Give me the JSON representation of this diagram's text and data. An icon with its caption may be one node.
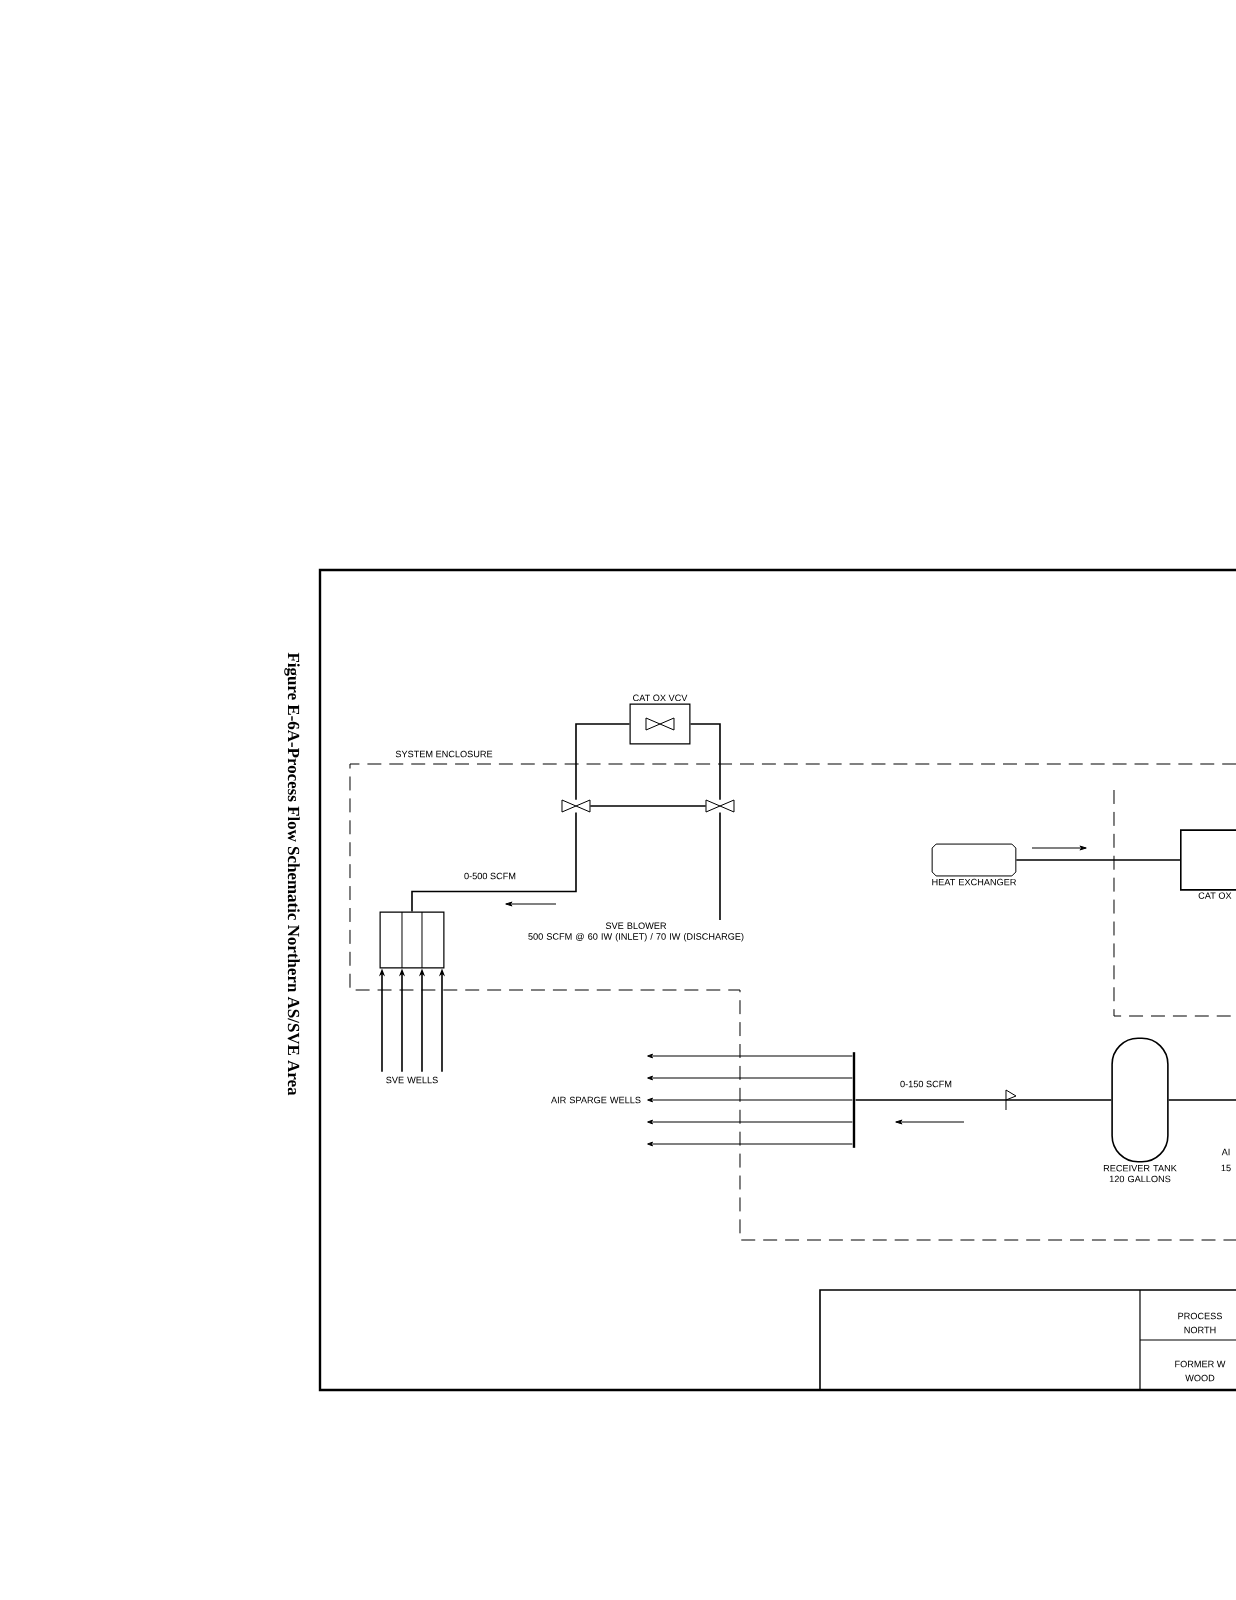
{
  "diagram": {
    "title": "Figure E-6A-Process Flow Schematic Northern AS/SVE Area",
    "nodes": [
      {
        "text": [
          "CAT OX VCV"
        ]
      },
      {
        "text": [],
        "shape": "valve"
      },
      {
        "text": [],
        "shape": "valve"
      },
      {
        "text": [
          "SVE BLOWER",
          "500 SCFM @ 60 IW (INLET) / 70 IW (DISCHARGE)"
        ]
      },
      {
        "text": [
          "HEAT EXCHANGER"
        ]
      },
      {
        "text": [
          "CAT OX"
        ]
      },
      {
        "text": [],
        "shape": "box"
      },
      {
        "text": [
          "SVE WELLS"
        ]
      },
      {
        "text": [
          "AIR SPARGE WELLS"
        ]
      },
      {
        "text": [],
        "shape": "bar"
      },
      {
        "text": [
          "RECEIVER TANK 120 GALLONS"
        ]
      }
    ],
    "edges": [
      {
        "from": 6,
        "to": 1,
        "arrow": "none",
        "label": "0-500 SCFM"
      },
      {
        "from": 1,
        "to": 2,
        "arrow": "none"
      },
      {
        "from": 1,
        "to": 0,
        "arrow": "none"
      },
      {
        "from": 0,
        "to": 2,
        "arrow": "none"
      },
      {
        "from": 2,
        "to": 3,
        "arrow": "none"
      },
      {
        "from": 4,
        "to": 5,
        "arrow": "none"
      },
      {
        "from": 7,
        "to": 6,
        "arrow": "to"
      },
      {
        "from": 7,
        "to": 6,
        "arrow": "to"
      },
      {
        "from": 7,
        "to": 6,
        "arrow": "to"
      },
      {
        "from": 7,
        "to": 6,
        "arrow": "to"
      },
      {
        "from": 9,
        "to": 8,
        "arrow": "to"
      },
      {
        "from": 9,
        "to": 8,
        "arrow": "to"
      },
      {
        "from": 9,
        "to": 8,
        "arrow": "to"
      },
      {
        "from": 9,
        "to": 8,
        "arrow": "to"
      },
      {
        "from": 9,
        "to": 8,
        "arrow": "to"
      },
      {
        "from": 10,
        "to": 9,
        "arrow": "none",
        "label": "0-150 SCFM"
      },
      {
        "from": 10,
        "to": null,
        "arrow": "none"
      }
    ],
    "labels": [
      "SYSTEM ENCLOSURE",
      "AI",
      "15",
      "PROCESS",
      "NORTH",
      "FORMER W",
      "WOOD"
    ]
  }
}
